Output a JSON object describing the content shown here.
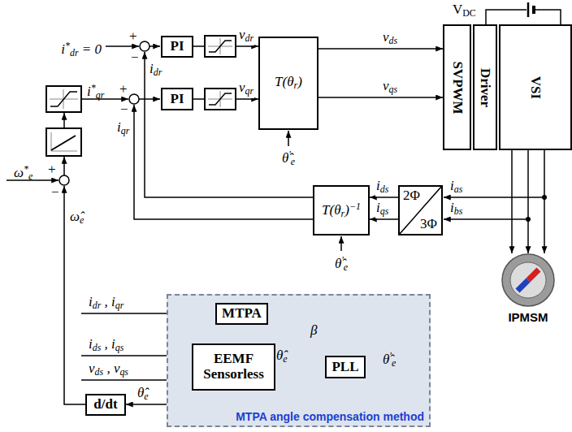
{
  "diagram": {
    "nodes": [
      {
        "text": [
          "PI"
        ]
      },
      {
        "text": [
          "PI"
        ]
      },
      {
        "text": [
          "T(θr)"
        ]
      },
      {
        "text": [
          "SVPWM"
        ]
      },
      {
        "text": [
          "Driver"
        ]
      },
      {
        "text": [
          "VSI"
        ]
      },
      {
        "text": [
          "T(θr)−1"
        ]
      },
      {
        "text": [
          "2Φ",
          "3Φ"
        ]
      },
      {
        "text": [
          "IPMSM"
        ]
      },
      {
        "text": [
          "MTPA angle compensation method"
        ]
      },
      {
        "text": [
          "MTPA"
        ],
        "in": 9
      },
      {
        "text": [
          "EEMF Sensorless"
        ],
        "in": 9
      },
      {
        "text": [
          "PLL"
        ],
        "in": 9
      },
      {
        "text": [
          "d/dt"
        ]
      }
    ],
    "edges": [
      {
        "from": 0,
        "to": 2,
        "arrow": "to",
        "label": "vdr"
      },
      {
        "from": 1,
        "to": 2,
        "arrow": "to",
        "label": "vqr"
      },
      {
        "from": 2,
        "to": 3,
        "arrow": "to",
        "label": "vds"
      },
      {
        "from": 2,
        "to": 3,
        "arrow": "to",
        "label": "vqs"
      },
      {
        "from": 7,
        "to": 6,
        "arrow": "to",
        "label": "ids"
      },
      {
        "from": 7,
        "to": 6,
        "arrow": "to",
        "label": "iqs"
      },
      {
        "from": 5,
        "to": 8,
        "arrow": "to"
      },
      {
        "from": 5,
        "to": 8,
        "arrow": "to"
      },
      {
        "from": 5,
        "to": 8,
        "arrow": "to"
      },
      {
        "from": 10,
        "to": 12,
        "arrow": "to",
        "label": "β"
      },
      {
        "from": 11,
        "to": 12,
        "arrow": "to",
        "label": "θ̂e"
      },
      {
        "from": 11,
        "to": 13,
        "arrow": "to",
        "label": "θ̂e"
      }
    ],
    "labels": [
      "i*dr = 0",
      "+",
      "−",
      "idr",
      "i*qr",
      "+",
      "−",
      "iqr",
      "θ̂'e",
      "θ̂'e",
      "VDC",
      "ias",
      "ibs",
      "ω*e",
      "+",
      "−",
      "ω̂e",
      "idr , iqr",
      "ids , iqs",
      "vds , vqs",
      "θ̂'e"
    ]
  }
}
